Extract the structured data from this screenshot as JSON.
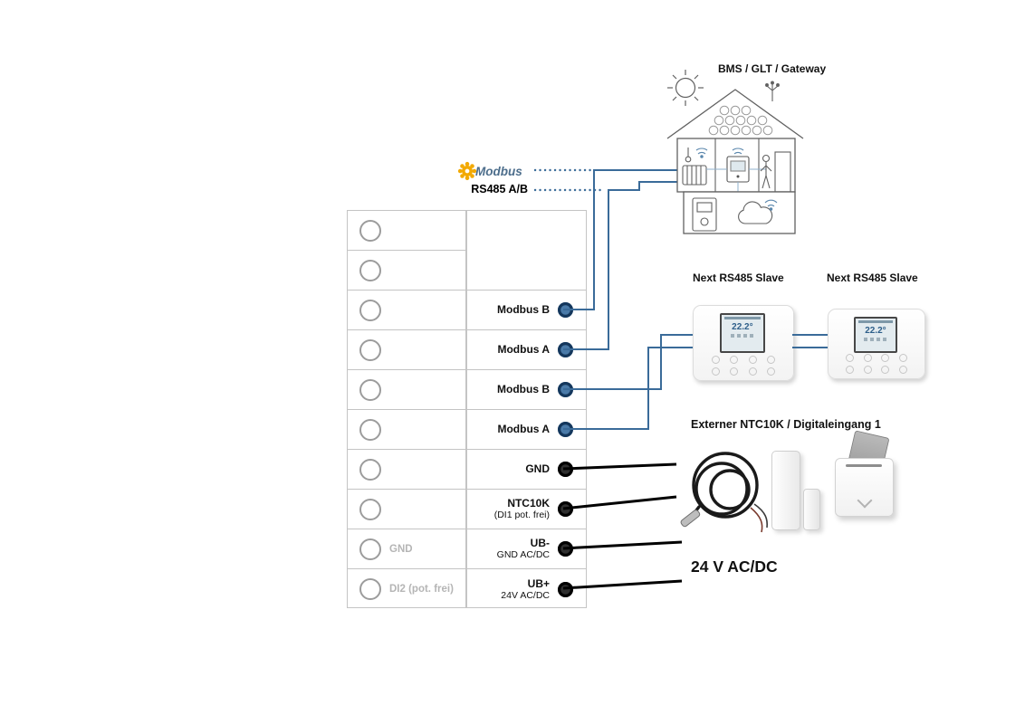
{
  "colors": {
    "wire_blue": "#3a6b99",
    "wire_black": "#000000",
    "modbus_yellow": "#f2a900",
    "muted_gray": "#b5b5b5"
  },
  "header": {
    "modbus_label": "Modbus",
    "rs485_label": "RS485 A/B",
    "bms_label": "BMS / GLT / Gateway"
  },
  "terminal_block": {
    "rows": [
      {
        "left_label": "",
        "line1": "",
        "line2": "",
        "terminal": "none"
      },
      {
        "left_label": "",
        "line1": "",
        "line2": "",
        "terminal": "none"
      },
      {
        "left_label": "",
        "line1": "Modbus B",
        "line2": "",
        "terminal": "blue"
      },
      {
        "left_label": "",
        "line1": "Modbus A",
        "line2": "",
        "terminal": "blue"
      },
      {
        "left_label": "",
        "line1": "Modbus B",
        "line2": "",
        "terminal": "blue"
      },
      {
        "left_label": "",
        "line1": "Modbus A",
        "line2": "",
        "terminal": "blue"
      },
      {
        "left_label": "",
        "line1": "GND",
        "line2": "",
        "terminal": "black"
      },
      {
        "left_label": "",
        "line1": "NTC10K",
        "line2": "(DI1 pot. frei)",
        "terminal": "black"
      },
      {
        "left_label": "GND",
        "line1": "UB-",
        "line2": "GND AC/DC",
        "terminal": "black"
      },
      {
        "left_label": "DI2 (pot. frei)",
        "line1": "UB+",
        "line2": "24V AC/DC",
        "terminal": "black"
      }
    ]
  },
  "slaves": {
    "slave1_label": "Next RS485 Slave",
    "slave2_label": "Next RS485 Slave",
    "screen_temp": "22.2°"
  },
  "sensors": {
    "header": "Externer NTC10K / Digitaleingang 1"
  },
  "supply": {
    "label": "24 V AC/DC"
  }
}
